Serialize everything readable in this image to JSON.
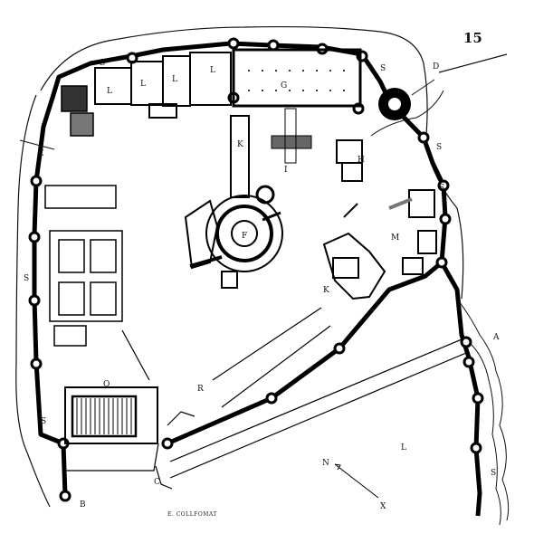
{
  "page_number": "15",
  "signature": "E. COLLFOMAT",
  "labels": {
    "s_tl": "S",
    "s_left": "S",
    "s_bl": "S",
    "s_tr": "S",
    "s_r1": "S",
    "s_r2": "S",
    "s_br": "S",
    "d": "D",
    "e": "E",
    "b": "B",
    "c": "C",
    "g": "G",
    "k": "K",
    "i": "I",
    "h": "H",
    "f": "F",
    "m": "M",
    "kb": "K",
    "l1": "L",
    "l2": "L",
    "l3": "L",
    "l4": "L",
    "l_river": "L",
    "o": "O",
    "r": "R",
    "n": "N",
    "a": "A",
    "x": "X"
  }
}
